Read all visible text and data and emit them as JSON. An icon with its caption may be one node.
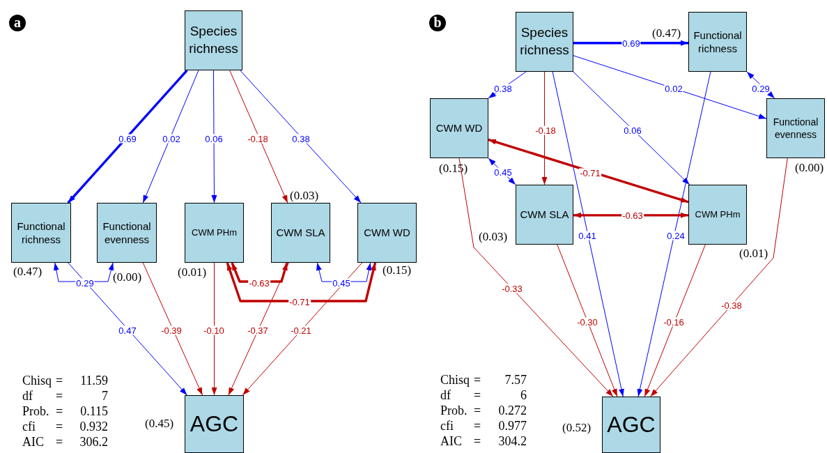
{
  "diagram": {
    "nodes": [
      {
        "text": [
          "Species richness"
        ]
      },
      {
        "text": [
          "Functional richness"
        ],
        "beside": [
          "(0.47)"
        ]
      },
      {
        "text": [
          "Functional evenness"
        ],
        "beside": [
          "(0.00)"
        ]
      },
      {
        "text": [
          "CWM PHm"
        ],
        "beside": [
          "(0.01)"
        ]
      },
      {
        "text": [
          "CWM SLA"
        ],
        "beside": [
          "(0.03)"
        ]
      },
      {
        "text": [
          "CWM WD"
        ],
        "beside": [
          "(0.15)"
        ]
      },
      {
        "text": [
          "AGC"
        ],
        "beside": [
          "(0.45)"
        ]
      },
      {
        "text": [
          "Species richness"
        ]
      },
      {
        "text": [
          "Functional richness"
        ],
        "beside": [
          "(0.47)"
        ]
      },
      {
        "text": [
          "CWM WD"
        ],
        "beside": [
          "(0.15)"
        ]
      },
      {
        "text": [
          "Functional evenness"
        ],
        "beside": [
          "(0.00)"
        ]
      },
      {
        "text": [
          "CWM SLA"
        ],
        "beside": [
          "(0.03)"
        ]
      },
      {
        "text": [
          "CWM PHm"
        ],
        "beside": [
          "(0.01)"
        ]
      },
      {
        "text": [
          "AGC"
        ],
        "beside": [
          "(0.52)"
        ]
      }
    ],
    "edges": [
      {
        "from": 0,
        "to": 1,
        "arrow": "to",
        "label": "0.69",
        "style": "thick"
      },
      {
        "from": 0,
        "to": 2,
        "arrow": "to",
        "label": "0.02"
      },
      {
        "from": 0,
        "to": 3,
        "arrow": "to",
        "label": "0.06"
      },
      {
        "from": 0,
        "to": 4,
        "arrow": "to",
        "label": "-0.18",
        "color": "#c00000"
      },
      {
        "from": 0,
        "to": 5,
        "arrow": "to",
        "label": "0.38"
      },
      {
        "from": 1,
        "to": 2,
        "arrow": "both",
        "label": "0.29"
      },
      {
        "from": 4,
        "to": 5,
        "arrow": "both",
        "label": "0.45"
      },
      {
        "from": 3,
        "to": 4,
        "arrow": "both",
        "label": "-0.63",
        "style": "thick",
        "color": "#c00000"
      },
      {
        "from": 3,
        "to": 5,
        "arrow": "both",
        "label": "-0.71",
        "style": "thick",
        "color": "#c00000"
      },
      {
        "from": 1,
        "to": 6,
        "arrow": "to",
        "label": "0.47"
      },
      {
        "from": 2,
        "to": 6,
        "arrow": "to",
        "label": "-0.39",
        "color": "#c00000"
      },
      {
        "from": 3,
        "to": 6,
        "arrow": "to",
        "label": "-0.10",
        "color": "#c00000"
      },
      {
        "from": 4,
        "to": 6,
        "arrow": "to",
        "label": "-0.37",
        "color": "#c00000"
      },
      {
        "from": 5,
        "to": 6,
        "arrow": "to",
        "label": "-0.21",
        "color": "#c00000"
      },
      {
        "from": 7,
        "to": 8,
        "arrow": "to",
        "label": "0.69",
        "style": "thick"
      },
      {
        "from": 7,
        "to": 9,
        "arrow": "to",
        "label": "0.38"
      },
      {
        "from": 7,
        "to": 11,
        "arrow": "to",
        "label": "-0.18",
        "color": "#c00000"
      },
      {
        "from": 7,
        "to": 13,
        "arrow": "to",
        "label": "0.41"
      },
      {
        "from": 7,
        "to": 12,
        "arrow": "to",
        "label": "0.06"
      },
      {
        "from": 7,
        "to": 10,
        "arrow": "to",
        "label": "0.02"
      },
      {
        "from": 8,
        "to": 10,
        "arrow": "both",
        "label": "0.29"
      },
      {
        "from": 8,
        "to": 13,
        "arrow": "to",
        "label": "0.24"
      },
      {
        "from": 9,
        "to": 11,
        "arrow": "both",
        "label": "0.45"
      },
      {
        "from": 9,
        "to": 12,
        "arrow": "both",
        "label": "-0.71",
        "style": "thick",
        "color": "#c00000"
      },
      {
        "from": 11,
        "to": 12,
        "arrow": "both",
        "label": "-0.63",
        "style": "thick",
        "color": "#c00000"
      },
      {
        "from": 9,
        "to": 13,
        "arrow": "to",
        "label": "-0.33",
        "color": "#c00000"
      },
      {
        "from": 11,
        "to": 13,
        "arrow": "to",
        "label": "-0.30",
        "color": "#c00000"
      },
      {
        "from": 12,
        "to": 13,
        "arrow": "to",
        "label": "-0.16",
        "color": "#c00000"
      },
      {
        "from": 10,
        "to": 13,
        "arrow": "to",
        "label": "-0.38",
        "color": "#c00000"
      }
    ],
    "labels": [
      "a",
      "b",
      "Chisq",
      "=",
      "11.59",
      "df",
      "=",
      "7",
      "Prob.",
      "=",
      "0.115",
      "cfi",
      "=",
      "0.932",
      "AIC",
      "=",
      "306.2",
      "Chisq",
      "=",
      "7.57",
      "df",
      "=",
      "6",
      "Prob.",
      "=",
      "0.272",
      "cfi",
      "=",
      "0.977",
      "AIC",
      "=",
      "304.2"
    ]
  }
}
